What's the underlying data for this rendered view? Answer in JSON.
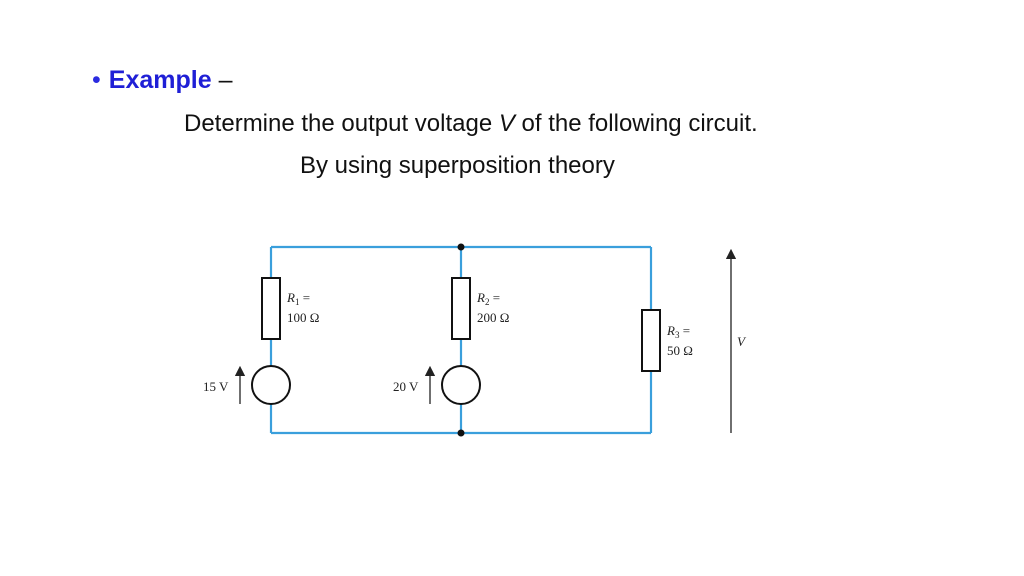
{
  "slide": {
    "bullet": "•",
    "keyword": "Example",
    "dash": "–",
    "task_part1": "Determine the output voltage ",
    "task_variable": "V",
    "task_part2": " of the following circuit.",
    "method": "By using superposition theory"
  },
  "circuit": {
    "wire_color": "#3a9fdc",
    "resistors": [
      {
        "symbol": "R",
        "sub": "1",
        "eq": " =",
        "value": "100 Ω"
      },
      {
        "symbol": "R",
        "sub": "2",
        "eq": " =",
        "value": "200 Ω"
      },
      {
        "symbol": "R",
        "sub": "3",
        "eq": " =",
        "value": "50 Ω"
      }
    ],
    "sources": [
      {
        "value": "15 V"
      },
      {
        "value": "20 V"
      }
    ],
    "output_label": "V"
  }
}
